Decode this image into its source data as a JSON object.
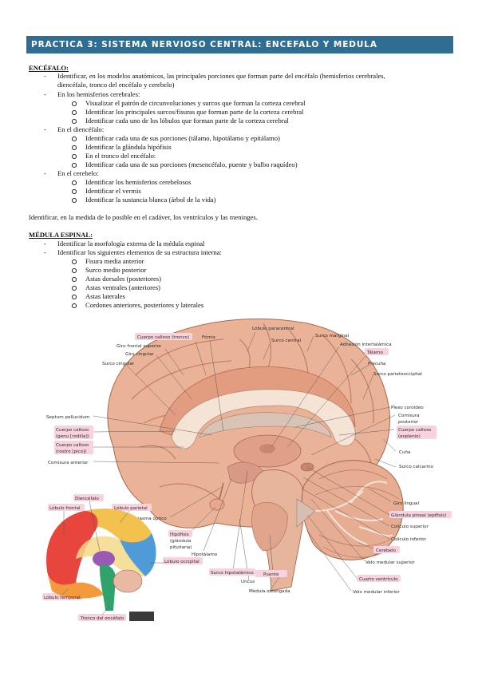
{
  "title": "PRACTICA 3: SISTEMA NERVIOSO CENTRAL: ENCEFALO Y MEDULA",
  "encefalo": {
    "heading": "ENCÉFALO:",
    "item1_l1": "Identificar, en los modelos anatómicos, las principales porciones que forman parte del encéfalo (hemisferios cerebrales,",
    "item1_l2": "diencéfalo, tronco del encéfalo y cerebelo)",
    "item2": "En los hemisferios cerebrales:",
    "item2_sub": [
      "Visualizar el patrón de circunvoluciones y surcos que forman la corteza cerebral",
      "Identificar los principales surcos/fisuras que forman parte de la corteza cerebral",
      "Identificar cada uno de los lóbulos que forman parte de la corteza cerebral"
    ],
    "item3": "En el diencéfalo:",
    "item3_sub": [
      "Identificar cada una de sus porciones (tálamo, hipotálamo y epitálamo)",
      "Identificar la glándula hipófisis",
      "En el tronco del encéfalo:",
      "Identificar cada una de sus porciones (mesencéfalo, puente y bulbo raquídeo)"
    ],
    "item4": "En el cerebelo:",
    "item4_sub": [
      "Identificar los hemisferios cerebelosos",
      "Identificar el vermis",
      "Identificar la sustancia blanca (árbol de la vida)"
    ]
  },
  "cadaver_note": "Identificar, en la medida de lo posible en el cadáver, los ventrículos y las meninges.",
  "medula": {
    "heading": "MÉDULA ESPINAL:",
    "item1": "Identificar la morfología externa de la médula espinal",
    "item2": "Identificar los siguientes elementos de su estructura interna:",
    "item2_sub": [
      "Fisura media anterior",
      "Surco medio posterior",
      "Astas dorsales (posteriores)",
      "Astas ventrales (anteriores)",
      "Astas laterales",
      "Cordones anteriores, posteriores y laterales"
    ]
  },
  "figure": {
    "labels": {
      "cuerpo_calloso_tronco": "Cuerpo calloso (tronco)",
      "giro_frontal_superior": "Giro frontal superior",
      "giro_cingular": "Giro cingular",
      "fornix": "Fórnix",
      "lobulo_paracentral": "Lóbulo paracentral",
      "surco_central": "Surco central",
      "surco_marginal": "Surco marginal",
      "adhesion_intertalamica": "Adhesión intertalámica",
      "talamo": "Tálamo",
      "precuna": "Precuña",
      "surco_parietooccipital": "Surco parietooccipital",
      "surco_cingular": "Surco cingular",
      "plexo_coroideo": "Plexo coroideo",
      "comisura_posterior_1": "Comisura",
      "comisura_posterior_2": "posterior",
      "cuerpo_calloso_esplenio_1": "Cuerpo calloso",
      "cuerpo_calloso_esplenio_2": "(esplenio)",
      "septum_pellucidum": "Septum pellucidum",
      "cuerpo_calloso_genu_1": "Cuerpo calloso",
      "cuerpo_calloso_genu_2": "(genu [rodilla])",
      "cuerpo_calloso_rostro_1": "Cuerpo calloso",
      "cuerpo_calloso_rostro_2": "(rostro [pico])",
      "comisura_anterior": "Comisura anterior",
      "cuna": "Cuña",
      "surco_calcarino": "Surco calcarino",
      "giro_lingual": "Giro lingual",
      "glandula_pineal": "Glándula pineal (epífisis)",
      "coliculo_superior": "Colículo superior",
      "coliculo_inferior": "Colículo inferior",
      "cerebelo": "Cerebelo",
      "velo_medular_superior": "Velo medular superior",
      "cuarto_ventriculo": "Cuarto ventrículo",
      "velo_medular_inferior": "Velo medular inferior",
      "quiasma_optico": "Quiasma óptico",
      "hipofisis_1": "Hipófisis",
      "hipofisis_2": "(glándula",
      "hipofisis_3": "pituitaria)",
      "hipotalamo": "Hipotálamo",
      "surco_hipotalamico": "Surco hipotalámico",
      "uncus": "Uncus",
      "puente": "Puente",
      "medula_oblongada": "Médula oblongada",
      "diencefalo": "Diencéfalo",
      "lobulo_frontal": "Lóbulo frontal",
      "lobulo_parietal": "Lóbulo parietal",
      "lobulo_occipital": "Lóbulo occipital",
      "lobulo_temporal": "Lóbulo temporal",
      "tronco_encefalo": "Tronco del encéfalo"
    },
    "colors": {
      "banner": "#2f6d93",
      "cortex": "#e9a98c",
      "cortex_dark": "#c97d63",
      "label_highlight": "#f7d3de",
      "frontal": "#e8453c",
      "parietal": "#f2c14e",
      "occipital": "#4f9bd8",
      "temporal": "#f29a3d",
      "diencephalon": "#9b59b6",
      "brainstem": "#2fa36b"
    }
  }
}
